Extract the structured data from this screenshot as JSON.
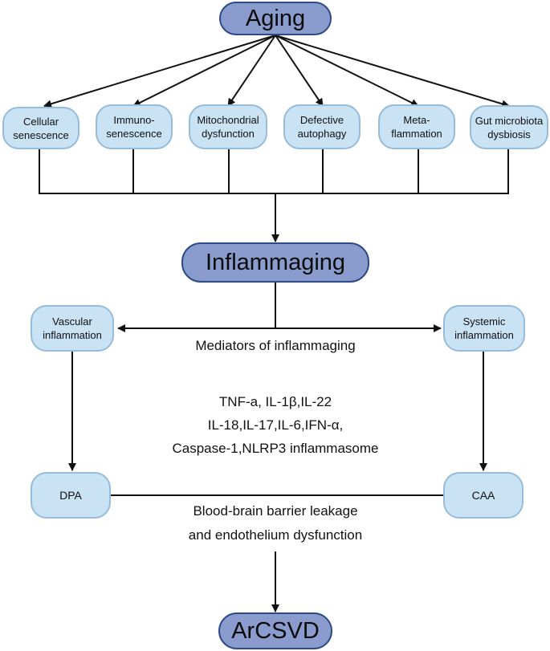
{
  "top": "Aging",
  "causes": [
    "Cellular\nsenescence",
    "Immuno-\nsenescence",
    "Mitochondrial\ndysfunction",
    "Defective\nautophagy",
    "Meta-\nflammation",
    "Gut microbiota\ndysbiosis"
  ],
  "middle": "Inflammaging",
  "left_branch": "Vascular\ninflammation",
  "right_branch": "Systemic\ninflammation",
  "mediators_title": "Mediators of inflammaging",
  "mediators_list": "TNF-a, IL-1β,IL-22\nIL-18,IL-17,IL-6,IFN-α,\nCaspase-1,NLRP3 inflammasome",
  "left_outcome": "DPA",
  "right_outcome": "CAA",
  "bbb_text": "Blood-brain barrier leakage\nand endothelium dysfunction",
  "bottom": "ArCSVD"
}
